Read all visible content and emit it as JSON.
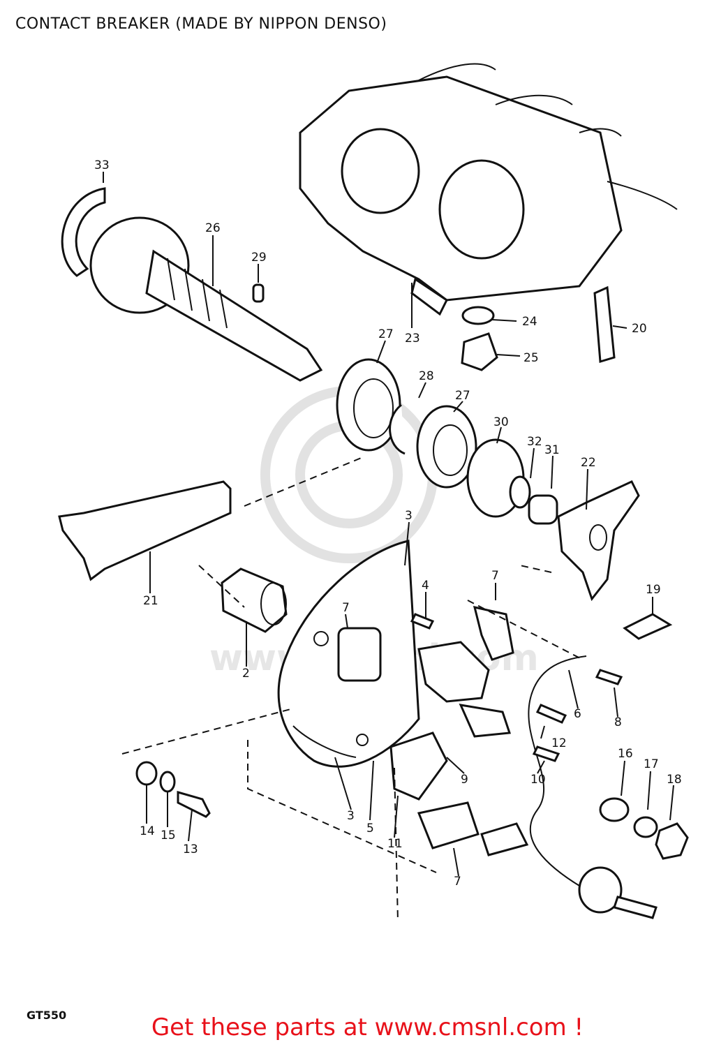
{
  "title": "CONTACT BREAKER (MADE BY NIPPON DENSO)",
  "model": "GT550",
  "footer_link": "Get these parts at www.cmsnl.com !",
  "watermark": "www.cmsnl.com",
  "callouts": {
    "p33": "33",
    "p26": "26",
    "p29": "29",
    "p23": "23",
    "p24": "24",
    "p25": "25",
    "p20": "20",
    "p27a": "27",
    "p28": "28",
    "p27b": "27",
    "p30": "30",
    "p32": "32",
    "p31": "31",
    "p22": "22",
    "p21": "21",
    "p3a": "3",
    "p4": "4",
    "p7a": "7",
    "p7b": "7",
    "p19": "19",
    "p2": "2",
    "p6": "6",
    "p8": "8",
    "p12": "12",
    "p10": "10",
    "p9": "9",
    "p16": "16",
    "p17": "17",
    "p18": "18",
    "p14": "14",
    "p15": "15",
    "p13": "13",
    "p3b": "3",
    "p5": "5",
    "p11": "11",
    "p7c": "7"
  },
  "colors": {
    "footer": "#e8111a",
    "line": "#111111",
    "watermark": "#e2e2e2"
  }
}
